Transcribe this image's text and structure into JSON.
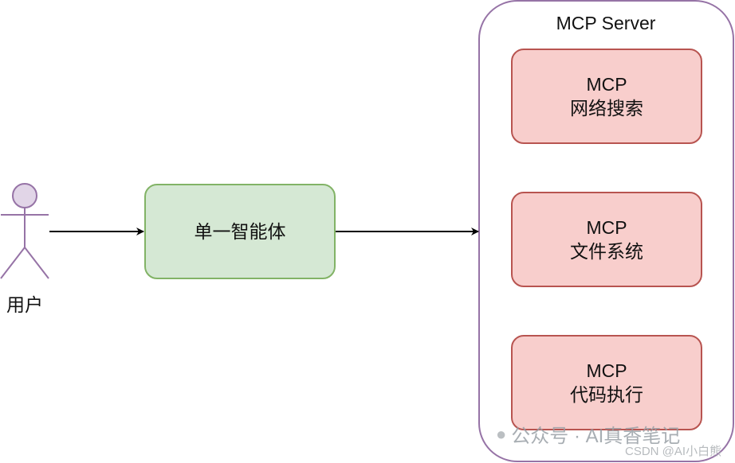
{
  "colors": {
    "agent_fill": "#d5e8d4",
    "agent_border": "#82b366",
    "mcp_fill": "#f8cecc",
    "mcp_border": "#b85450",
    "actor_fill": "#e1d5e7",
    "actor_stroke": "#9673a6",
    "server_border": "#9673a6"
  },
  "user": {
    "label": "用户",
    "icon": "stick-figure-actor-icon"
  },
  "agent": {
    "label": "单一智能体"
  },
  "server": {
    "title": "MCP Server",
    "tools": [
      {
        "line1": "MCP",
        "line2": "网络搜索"
      },
      {
        "line1": "MCP",
        "line2": "文件系统"
      },
      {
        "line1": "MCP",
        "line2": "代码执行"
      }
    ]
  },
  "watermark": {
    "icon": "wechat-icon",
    "text": "公众号 · AI真香笔记",
    "source": "CSDN @AI小白熊"
  }
}
